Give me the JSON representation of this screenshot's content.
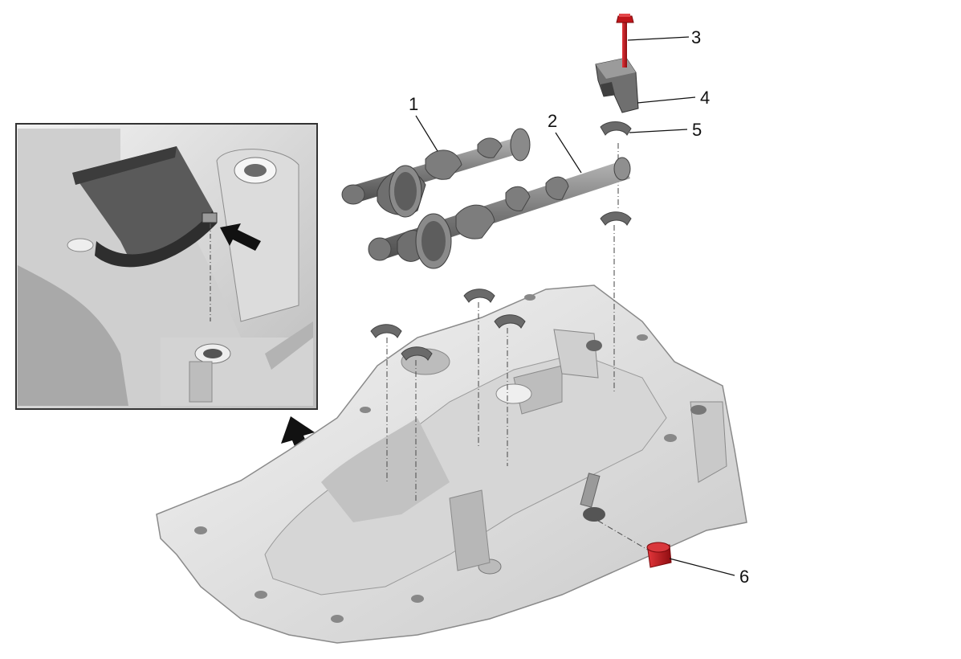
{
  "labels": {
    "n1": "1",
    "n2": "2",
    "n3": "3",
    "n4": "4",
    "n5": "5",
    "n6": "6"
  },
  "colors": {
    "part_metal": "#8c8c8c",
    "part_dark": "#4a4a4a",
    "housing": "#e4e4e4",
    "housing_edge": "#9a9a9a",
    "highlight_red": "#c0151a",
    "arrow": "#111111"
  },
  "icons": {
    "inset_pointer": "arrow-icon",
    "curved_pointer": "curved-arrow-icon"
  }
}
